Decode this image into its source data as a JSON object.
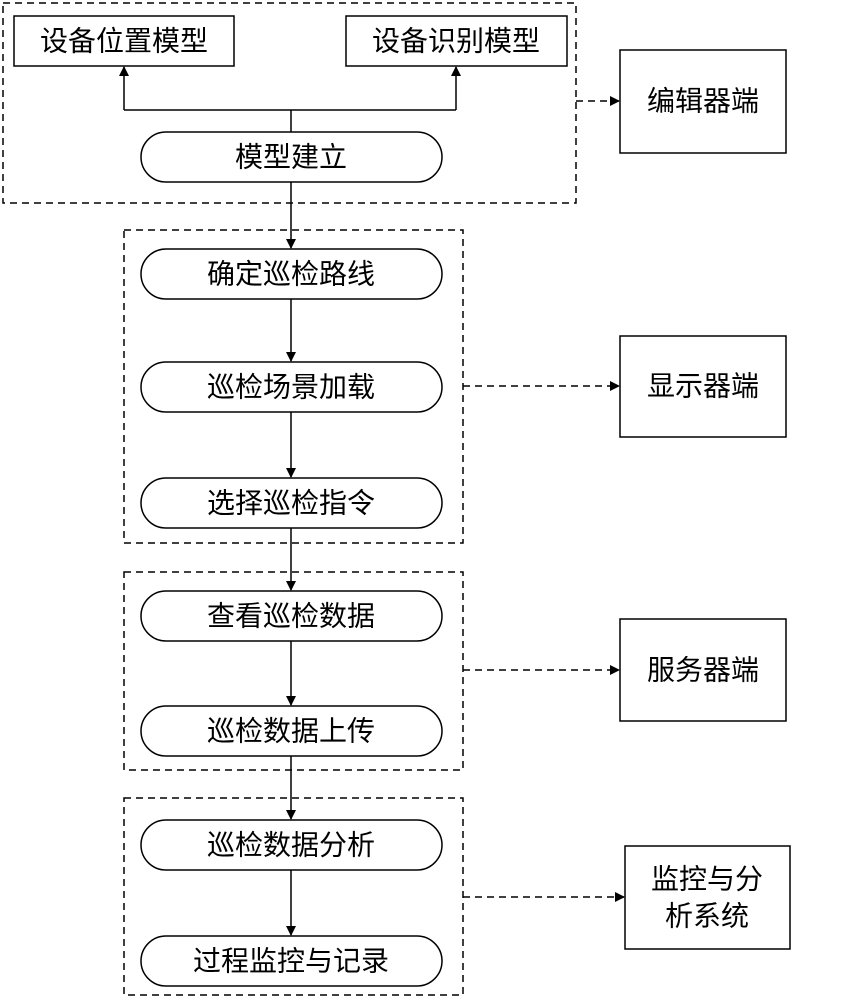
{
  "nodes": {
    "device_position_model": "设备位置模型",
    "device_recognition_model": "设备识别模型",
    "model_building": "模型建立",
    "determine_route": "确定巡检路线",
    "scene_loading": "巡检场景加载",
    "select_command": "选择巡检指令",
    "view_data": "查看巡检数据",
    "data_upload": "巡检数据上传",
    "data_analysis": "巡检数据分析",
    "process_monitor": "过程监控与记录"
  },
  "endpoints": {
    "editor": "编辑器端",
    "display": "显示器端",
    "server": "服务器端",
    "monitor_line1": "监控与分",
    "monitor_line2": "析系统"
  }
}
